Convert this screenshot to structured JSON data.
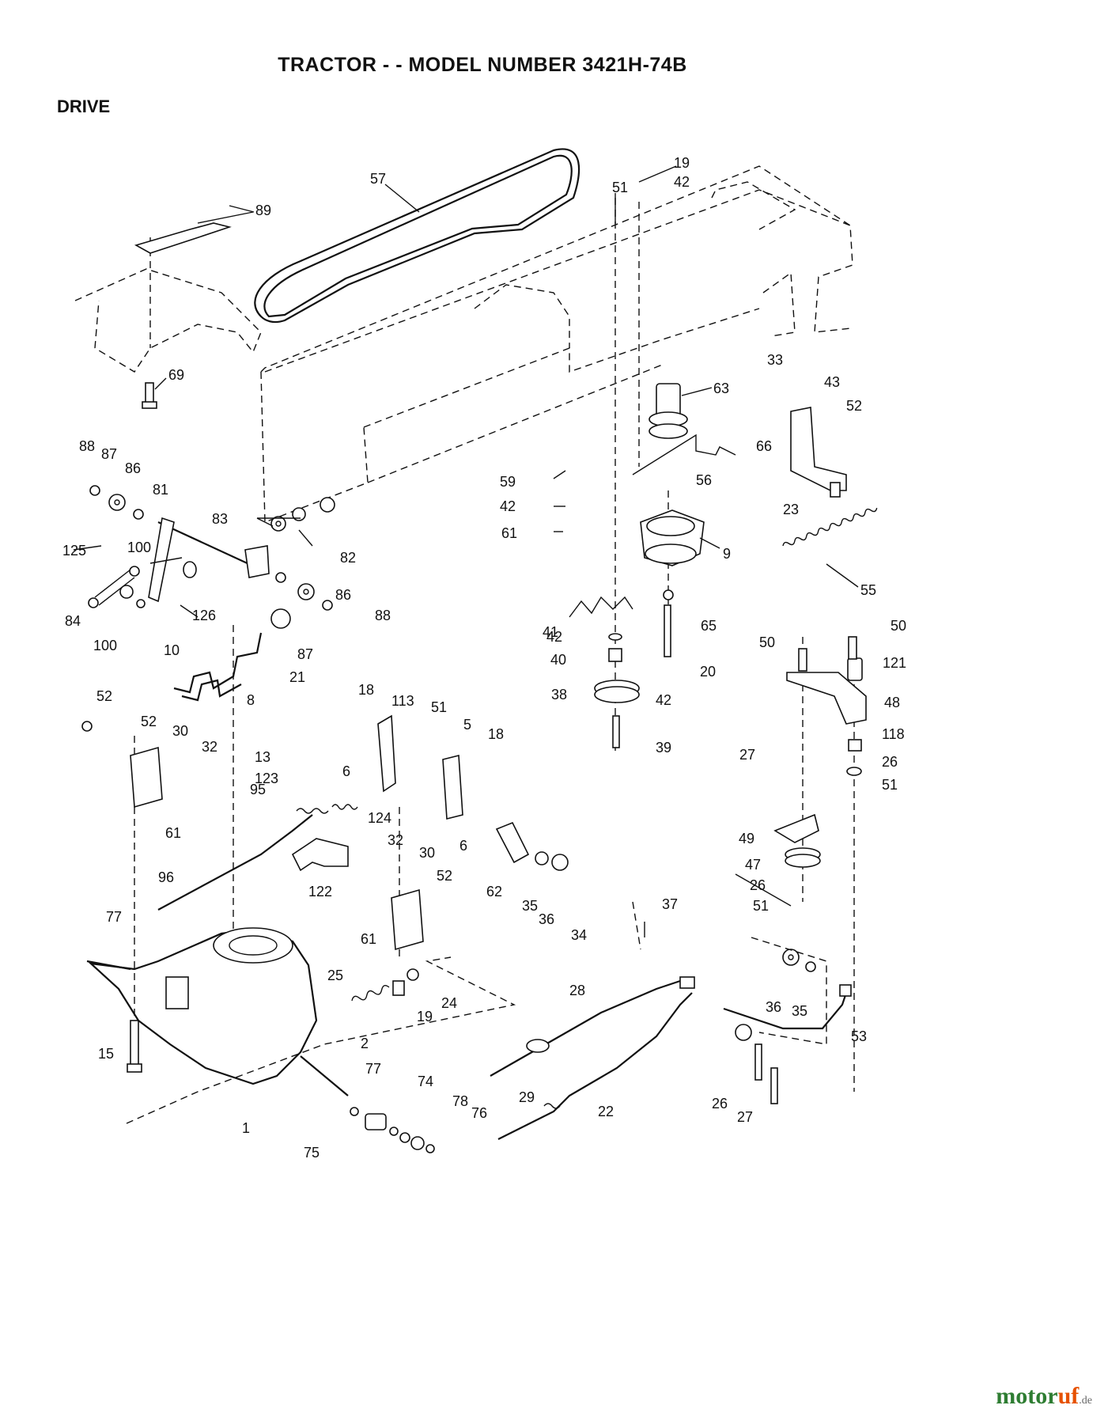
{
  "header": {
    "title": "TRACTOR - - MODEL NUMBER 3421H-74B",
    "section": "DRIVE"
  },
  "callouts": [
    "57",
    "89",
    "51",
    "19",
    "42",
    "69",
    "63",
    "33",
    "43",
    "52",
    "66",
    "88",
    "87",
    "86",
    "81",
    "56",
    "59",
    "42",
    "61",
    "23",
    "83",
    "82",
    "125",
    "100",
    "9",
    "55",
    "86",
    "84",
    "126",
    "88",
    "100",
    "87",
    "41",
    "65",
    "42",
    "10",
    "21",
    "20",
    "40",
    "50",
    "50",
    "121",
    "8",
    "52",
    "52",
    "30",
    "32",
    "18",
    "113",
    "51",
    "5",
    "18",
    "38",
    "42",
    "48",
    "39",
    "118",
    "27",
    "13",
    "123",
    "6",
    "26",
    "51",
    "95",
    "124",
    "61",
    "6",
    "49",
    "32",
    "30",
    "62",
    "47",
    "96",
    "52",
    "26",
    "35",
    "36",
    "51",
    "122",
    "37",
    "77",
    "34",
    "61",
    "25",
    "24",
    "19",
    "28",
    "36",
    "35",
    "15",
    "2",
    "53",
    "77",
    "74",
    "29",
    "78",
    "22",
    "26",
    "1",
    "75",
    "76",
    "27"
  ],
  "watermark": {
    "part1": "motor",
    "part2": "uf",
    "part3": ".de"
  },
  "colors": {
    "line": "#111111",
    "watermark_green": "#2e7d32",
    "watermark_orange": "#e65100"
  }
}
